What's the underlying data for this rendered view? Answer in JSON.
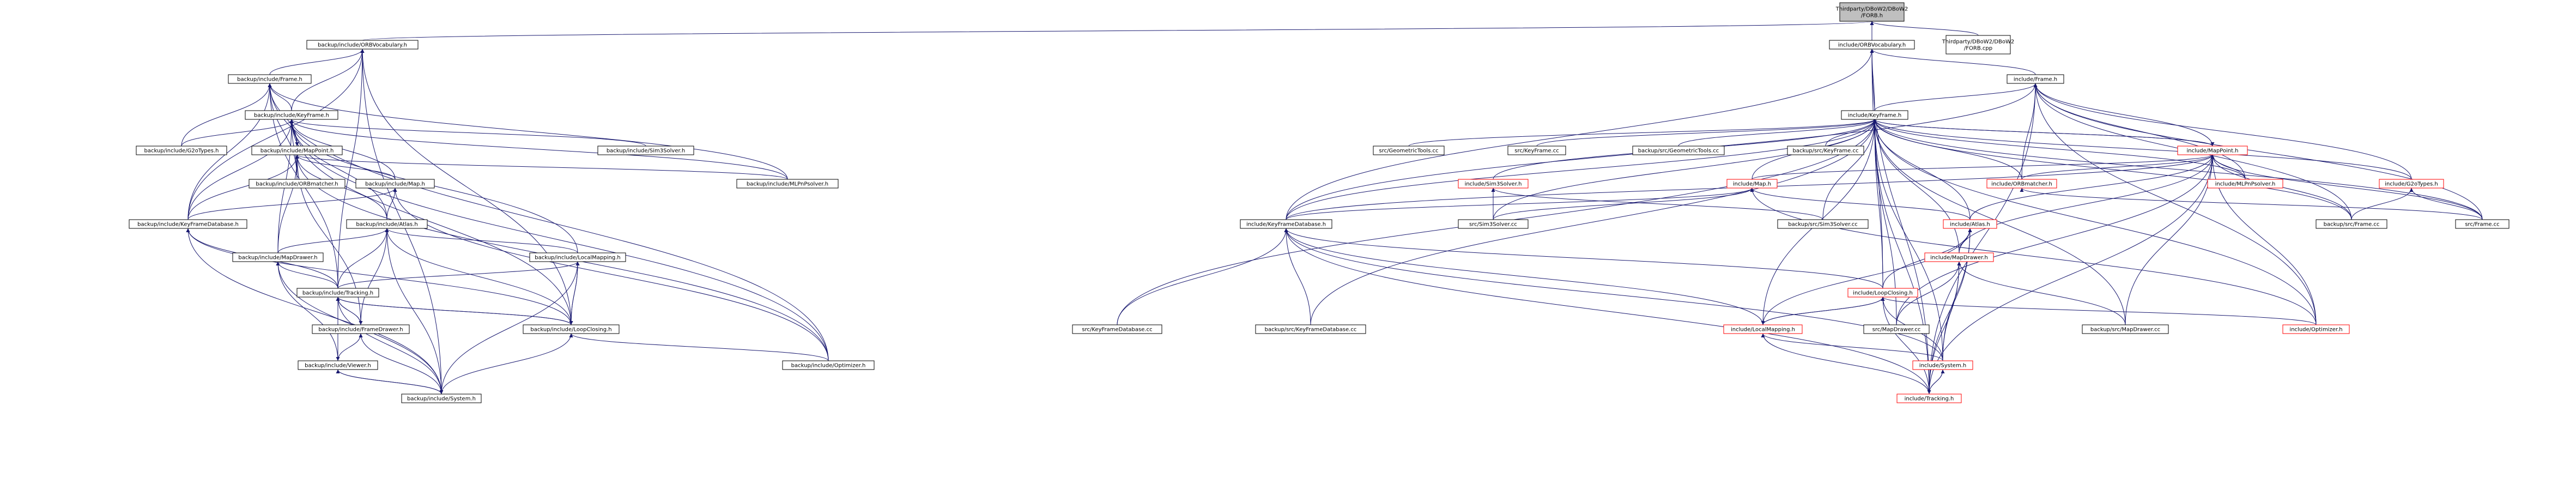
{
  "diagram": {
    "title": "",
    "colors": {
      "edge": "#191970",
      "node_border": "#000000",
      "node_border_truncated": "#ff0000",
      "root_fill": "#bfbfbf",
      "background": "#ffffff"
    },
    "nodes": [
      {
        "id": "root",
        "lines": [
          "Thirdparty/DBoW2/DBoW2",
          "/FORB.h"
        ],
        "kind": "root"
      },
      {
        "id": "b_orbvoc",
        "lines": [
          "backup/include/ORBVocabulary.h"
        ]
      },
      {
        "id": "i_orbvoc",
        "lines": [
          "include/ORBVocabulary.h"
        ]
      },
      {
        "id": "forbcpp",
        "lines": [
          "Thirdparty/DBoW2/DBoW2",
          "/FORB.cpp"
        ]
      },
      {
        "id": "b_frame",
        "lines": [
          "backup/include/Frame.h"
        ]
      },
      {
        "id": "i_frame",
        "lines": [
          "include/Frame.h"
        ]
      },
      {
        "id": "b_kf",
        "lines": [
          "backup/include/KeyFrame.h"
        ]
      },
      {
        "id": "i_kf",
        "lines": [
          "include/KeyFrame.h"
        ]
      },
      {
        "id": "b_g2o",
        "lines": [
          "backup/include/G2oTypes.h"
        ]
      },
      {
        "id": "b_mp",
        "lines": [
          "backup/include/MapPoint.h"
        ]
      },
      {
        "id": "b_sim3",
        "lines": [
          "backup/include/Sim3Solver.h"
        ]
      },
      {
        "id": "b_orbm",
        "lines": [
          "backup/include/ORBmatcher.h"
        ]
      },
      {
        "id": "b_map",
        "lines": [
          "backup/include/Map.h"
        ]
      },
      {
        "id": "b_mlpnp",
        "lines": [
          "backup/include/MLPnPsolver.h"
        ]
      },
      {
        "id": "b_atlas",
        "lines": [
          "backup/include/Atlas.h"
        ]
      },
      {
        "id": "b_kfdb",
        "lines": [
          "backup/include/KeyFrameDatabase.h"
        ]
      },
      {
        "id": "b_md",
        "lines": [
          "backup/include/MapDrawer.h"
        ]
      },
      {
        "id": "b_lm",
        "lines": [
          "backup/include/LocalMapping.h"
        ]
      },
      {
        "id": "b_tr",
        "lines": [
          "backup/include/Tracking.h"
        ]
      },
      {
        "id": "b_fd",
        "lines": [
          "backup/include/FrameDrawer.h"
        ]
      },
      {
        "id": "b_lc",
        "lines": [
          "backup/include/LoopClosing.h"
        ]
      },
      {
        "id": "b_viewer",
        "lines": [
          "backup/include/Viewer.h"
        ]
      },
      {
        "id": "b_opt",
        "lines": [
          "backup/include/Optimizer.h"
        ]
      },
      {
        "id": "b_sys",
        "lines": [
          "backup/include/System.h"
        ]
      },
      {
        "id": "s_geo",
        "lines": [
          "src/GeometricTools.cc"
        ]
      },
      {
        "id": "s_kf",
        "lines": [
          "src/KeyFrame.cc"
        ]
      },
      {
        "id": "bs_geo",
        "lines": [
          "backup/src/GeometricTools.cc"
        ]
      },
      {
        "id": "bs_kf",
        "lines": [
          "backup/src/KeyFrame.cc"
        ]
      },
      {
        "id": "i_mp",
        "lines": [
          "include/MapPoint.h"
        ],
        "kind": "red"
      },
      {
        "id": "i_sim3",
        "lines": [
          "include/Sim3Solver.h"
        ],
        "kind": "red"
      },
      {
        "id": "i_map",
        "lines": [
          "include/Map.h"
        ],
        "kind": "red"
      },
      {
        "id": "i_orbm",
        "lines": [
          "include/ORBmatcher.h"
        ],
        "kind": "red"
      },
      {
        "id": "i_mlpnp",
        "lines": [
          "include/MLPnPsolver.h"
        ],
        "kind": "red"
      },
      {
        "id": "i_g2o",
        "lines": [
          "include/G2oTypes.h"
        ],
        "kind": "red"
      },
      {
        "id": "s_sim3",
        "lines": [
          "src/Sim3Solver.cc"
        ]
      },
      {
        "id": "bs_sim3",
        "lines": [
          "backup/src/Sim3Solver.cc"
        ]
      },
      {
        "id": "i_atlas",
        "lines": [
          "include/Atlas.h"
        ],
        "kind": "red"
      },
      {
        "id": "i_kfdb",
        "lines": [
          "include/KeyFrameDatabase.h"
        ]
      },
      {
        "id": "bs_frame",
        "lines": [
          "backup/src/Frame.cc"
        ]
      },
      {
        "id": "s_frame",
        "lines": [
          "src/Frame.cc"
        ]
      },
      {
        "id": "i_md",
        "lines": [
          "include/MapDrawer.h"
        ],
        "kind": "red"
      },
      {
        "id": "i_lc",
        "lines": [
          "include/LoopClosing.h"
        ],
        "kind": "red"
      },
      {
        "id": "s_kfdb",
        "lines": [
          "src/KeyFrameDatabase.cc"
        ]
      },
      {
        "id": "bs_kfdb",
        "lines": [
          "backup/src/KeyFrameDatabase.cc"
        ]
      },
      {
        "id": "i_lm",
        "lines": [
          "include/LocalMapping.h"
        ],
        "kind": "red"
      },
      {
        "id": "s_md",
        "lines": [
          "src/MapDrawer.cc"
        ]
      },
      {
        "id": "bs_md",
        "lines": [
          "backup/src/MapDrawer.cc"
        ]
      },
      {
        "id": "i_opt",
        "lines": [
          "include/Optimizer.h"
        ],
        "kind": "red"
      },
      {
        "id": "i_sys",
        "lines": [
          "include/System.h"
        ],
        "kind": "red"
      },
      {
        "id": "i_tr",
        "lines": [
          "include/Tracking.h"
        ],
        "kind": "red"
      }
    ],
    "edges": [
      [
        "root",
        "b_orbvoc"
      ],
      [
        "root",
        "i_orbvoc"
      ],
      [
        "root",
        "forbcpp"
      ],
      [
        "b_orbvoc",
        "b_frame"
      ],
      [
        "b_orbvoc",
        "b_kf"
      ],
      [
        "b_orbvoc",
        "b_kfdb"
      ],
      [
        "b_orbvoc",
        "b_tr"
      ],
      [
        "b_orbvoc",
        "b_lc"
      ],
      [
        "b_orbvoc",
        "b_sys"
      ],
      [
        "i_orbvoc",
        "i_frame"
      ],
      [
        "i_orbvoc",
        "i_kf"
      ],
      [
        "i_orbvoc",
        "i_kfdb"
      ],
      [
        "i_orbvoc",
        "i_lc"
      ],
      [
        "i_orbvoc",
        "i_tr"
      ],
      [
        "b_frame",
        "b_kf"
      ],
      [
        "b_frame",
        "b_mp"
      ],
      [
        "b_frame",
        "b_g2o"
      ],
      [
        "b_frame",
        "b_orbm"
      ],
      [
        "b_frame",
        "b_mlpnp"
      ],
      [
        "b_frame",
        "b_kfdb"
      ],
      [
        "b_frame",
        "b_tr"
      ],
      [
        "b_frame",
        "b_opt"
      ],
      [
        "b_kf",
        "b_mp"
      ],
      [
        "b_kf",
        "b_g2o"
      ],
      [
        "b_kf",
        "b_sim3"
      ],
      [
        "b_kf",
        "b_orbm"
      ],
      [
        "b_kf",
        "b_map"
      ],
      [
        "b_kf",
        "b_mlpnp"
      ],
      [
        "b_kf",
        "b_atlas"
      ],
      [
        "b_kf",
        "b_kfdb"
      ],
      [
        "b_kf",
        "b_md"
      ],
      [
        "b_kf",
        "b_lm"
      ],
      [
        "b_kf",
        "b_lc"
      ],
      [
        "b_kf",
        "b_opt"
      ],
      [
        "b_mp",
        "b_kf"
      ],
      [
        "b_mp",
        "b_orbm"
      ],
      [
        "b_mp",
        "b_map"
      ],
      [
        "b_mp",
        "b_mlpnp"
      ],
      [
        "b_mp",
        "b_atlas"
      ],
      [
        "b_mp",
        "b_kfdb"
      ],
      [
        "b_mp",
        "b_md"
      ],
      [
        "b_mp",
        "b_fd"
      ],
      [
        "b_mp",
        "b_opt"
      ],
      [
        "b_map",
        "b_atlas"
      ],
      [
        "b_map",
        "b_kfdb"
      ],
      [
        "b_map",
        "b_opt"
      ],
      [
        "b_atlas",
        "b_md"
      ],
      [
        "b_atlas",
        "b_lm"
      ],
      [
        "b_atlas",
        "b_tr"
      ],
      [
        "b_atlas",
        "b_fd"
      ],
      [
        "b_atlas",
        "b_lc"
      ],
      [
        "b_atlas",
        "b_sys"
      ],
      [
        "b_kfdb",
        "b_tr"
      ],
      [
        "b_kfdb",
        "b_lc"
      ],
      [
        "b_kfdb",
        "b_sys"
      ],
      [
        "b_md",
        "b_tr"
      ],
      [
        "b_md",
        "b_viewer"
      ],
      [
        "b_md",
        "b_sys"
      ],
      [
        "b_lm",
        "b_tr"
      ],
      [
        "b_lm",
        "b_lc"
      ],
      [
        "b_lm",
        "b_sys"
      ],
      [
        "b_tr",
        "b_fd"
      ],
      [
        "b_tr",
        "b_lc"
      ],
      [
        "b_tr",
        "b_viewer"
      ],
      [
        "b_tr",
        "b_sys"
      ],
      [
        "b_fd",
        "b_tr"
      ],
      [
        "b_fd",
        "b_viewer"
      ],
      [
        "b_fd",
        "b_sys"
      ],
      [
        "b_lc",
        "b_lm"
      ],
      [
        "b_lc",
        "b_tr"
      ],
      [
        "b_lc",
        "b_opt"
      ],
      [
        "b_lc",
        "b_sys"
      ],
      [
        "b_viewer",
        "b_tr"
      ],
      [
        "b_viewer",
        "b_sys"
      ],
      [
        "b_sys",
        "b_viewer"
      ],
      [
        "i_frame",
        "i_kf"
      ],
      [
        "i_frame",
        "i_mp"
      ],
      [
        "i_frame",
        "i_orbm"
      ],
      [
        "i_frame",
        "i_mlpnp"
      ],
      [
        "i_frame",
        "i_g2o"
      ],
      [
        "i_frame",
        "i_kfdb"
      ],
      [
        "i_frame",
        "bs_frame"
      ],
      [
        "i_frame",
        "s_frame"
      ],
      [
        "i_frame",
        "i_opt"
      ],
      [
        "i_frame",
        "i_tr"
      ],
      [
        "i_kf",
        "s_geo"
      ],
      [
        "i_kf",
        "s_kf"
      ],
      [
        "i_kf",
        "bs_geo"
      ],
      [
        "i_kf",
        "bs_kf"
      ],
      [
        "i_kf",
        "i_mp"
      ],
      [
        "i_kf",
        "i_sim3"
      ],
      [
        "i_kf",
        "i_map"
      ],
      [
        "i_kf",
        "i_orbm"
      ],
      [
        "i_kf",
        "i_mlpnp"
      ],
      [
        "i_kf",
        "i_g2o"
      ],
      [
        "i_kf",
        "s_sim3"
      ],
      [
        "i_kf",
        "bs_sim3"
      ],
      [
        "i_kf",
        "i_atlas"
      ],
      [
        "i_kf",
        "i_kfdb"
      ],
      [
        "i_kf",
        "bs_frame"
      ],
      [
        "i_kf",
        "s_frame"
      ],
      [
        "i_kf",
        "i_md"
      ],
      [
        "i_kf",
        "i_lc"
      ],
      [
        "i_kf",
        "s_kfdb"
      ],
      [
        "i_kf",
        "bs_kfdb"
      ],
      [
        "i_kf",
        "i_lm"
      ],
      [
        "i_kf",
        "s_md"
      ],
      [
        "i_kf",
        "bs_md"
      ],
      [
        "i_kf",
        "i_opt"
      ],
      [
        "i_kf",
        "i_sys"
      ],
      [
        "i_kf",
        "i_tr"
      ],
      [
        "i_mp",
        "i_kf"
      ],
      [
        "i_mp",
        "i_map"
      ],
      [
        "i_mp",
        "i_orbm"
      ],
      [
        "i_mp",
        "i_mlpnp"
      ],
      [
        "i_mp",
        "i_atlas"
      ],
      [
        "i_mp",
        "i_kfdb"
      ],
      [
        "i_mp",
        "bs_frame"
      ],
      [
        "i_mp",
        "s_frame"
      ],
      [
        "i_mp",
        "i_md"
      ],
      [
        "i_mp",
        "s_md"
      ],
      [
        "i_mp",
        "bs_md"
      ],
      [
        "i_mp",
        "i_opt"
      ],
      [
        "i_mp",
        "i_tr"
      ],
      [
        "i_sim3",
        "s_sim3"
      ],
      [
        "i_sim3",
        "bs_sim3"
      ],
      [
        "i_map",
        "i_atlas"
      ],
      [
        "i_map",
        "i_kfdb"
      ],
      [
        "i_map",
        "i_opt"
      ],
      [
        "i_map",
        "s_sim3"
      ],
      [
        "i_orbm",
        "s_frame"
      ],
      [
        "i_g2o",
        "bs_frame"
      ],
      [
        "i_g2o",
        "s_frame"
      ],
      [
        "i_atlas",
        "i_md"
      ],
      [
        "i_atlas",
        "i_lc"
      ],
      [
        "i_atlas",
        "i_lm"
      ],
      [
        "i_atlas",
        "i_sys"
      ],
      [
        "i_atlas",
        "i_tr"
      ],
      [
        "i_kfdb",
        "s_kfdb"
      ],
      [
        "i_kfdb",
        "bs_kfdb"
      ],
      [
        "i_kfdb",
        "i_lc"
      ],
      [
        "i_kfdb",
        "i_lm"
      ],
      [
        "i_kfdb",
        "i_sys"
      ],
      [
        "i_kfdb",
        "i_tr"
      ],
      [
        "i_md",
        "s_md"
      ],
      [
        "i_md",
        "bs_md"
      ],
      [
        "i_md",
        "i_sys"
      ],
      [
        "i_md",
        "i_tr"
      ],
      [
        "i_lc",
        "i_lm"
      ],
      [
        "i_lc",
        "i_opt"
      ],
      [
        "i_lc",
        "i_sys"
      ],
      [
        "i_lc",
        "i_tr"
      ],
      [
        "i_lm",
        "i_lc"
      ],
      [
        "i_lm",
        "i_sys"
      ],
      [
        "i_lm",
        "i_tr"
      ],
      [
        "i_sys",
        "i_tr"
      ],
      [
        "i_tr",
        "i_sys"
      ]
    ]
  }
}
